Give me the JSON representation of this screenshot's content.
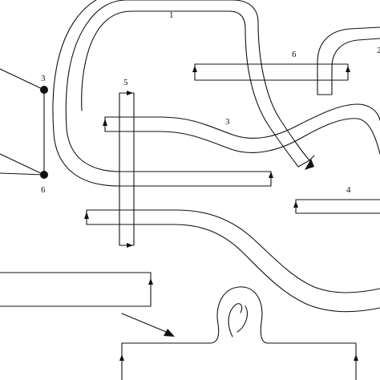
{
  "figure": {
    "labels": {
      "band_1": "1",
      "band_3": "3",
      "band_4": "4",
      "band_5": "5",
      "band_6": "6",
      "band_2_partial": "2",
      "vertex_3": "3",
      "vertex_6": "6"
    }
  },
  "colors": {
    "ink": "#111111",
    "background": "#ffffff"
  }
}
